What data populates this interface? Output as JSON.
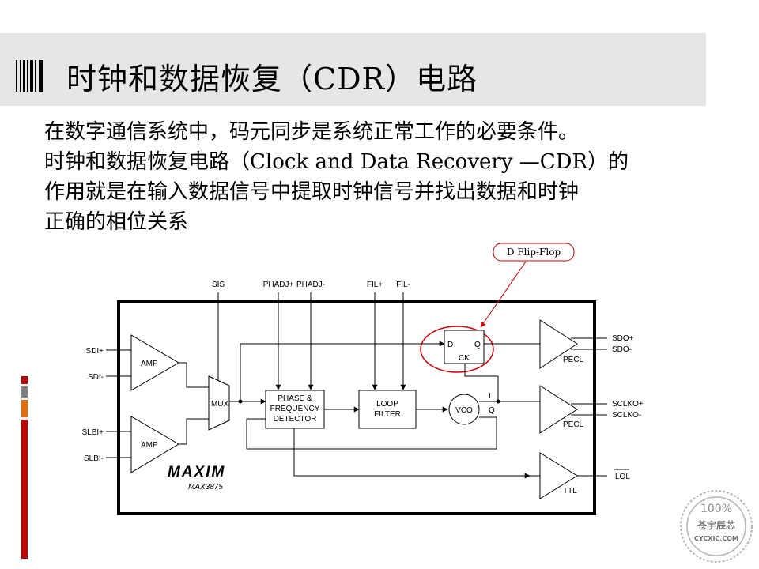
{
  "slide": {
    "title": "时钟和数据恢复（CDR）电路",
    "paragraph_lines": [
      "在数字通信系统中，码元同步是系统正常工作的必要条件。",
      "时钟和数据恢复电路（Clock and Data Recovery —CDR）的",
      "作用就是在输入数据信号中提取时钟信号并找出数据和时钟",
      "正确的相位关系"
    ]
  },
  "diagram": {
    "annotation": "D Flip-Flop",
    "top_pins": {
      "sis": "SIS",
      "phadj_p": "PHADJ+",
      "phadj_m": "PHADJ-",
      "fil_p": "FIL+",
      "fil_m": "FIL-"
    },
    "left_pins": {
      "sdi_p": "SDI+",
      "sdi_m": "SDI-",
      "slbi_p": "SLBI+",
      "slbi_m": "SLBI-"
    },
    "right_pins": {
      "sdo_p": "SDO+",
      "sdo_m": "SDO-",
      "sclko_p": "SCLKO+",
      "sclko_m": "SCLKO-",
      "lol": "LOL"
    },
    "blocks": {
      "amp1": "AMP",
      "amp2": "AMP",
      "mux": "MUX",
      "pfd_line1": "PHASE &",
      "pfd_line2": "FREQUENCY",
      "pfd_line3": "DETECTOR",
      "loop_line1": "LOOP",
      "loop_line2": "FILTER",
      "vco": "VCO",
      "vco_i": "I",
      "vco_q": "Q",
      "dff_d": "D",
      "dff_q": "Q",
      "dff_ck": "CK",
      "pecl1": "PECL",
      "pecl2": "PECL",
      "ttl": "TTL"
    },
    "brand": "MAXIM",
    "part": "MAX3875"
  },
  "watermark": {
    "percent": "100%",
    "name": "苍宇辰芯",
    "site": "CYCXIC.COM"
  },
  "colors": {
    "title_bar": "#e6e6e6",
    "annotation_red": "#cc0000",
    "accent_red": "#c00000",
    "accent_orange": "#e26b0a",
    "accent_gray": "#7f7f7f"
  }
}
